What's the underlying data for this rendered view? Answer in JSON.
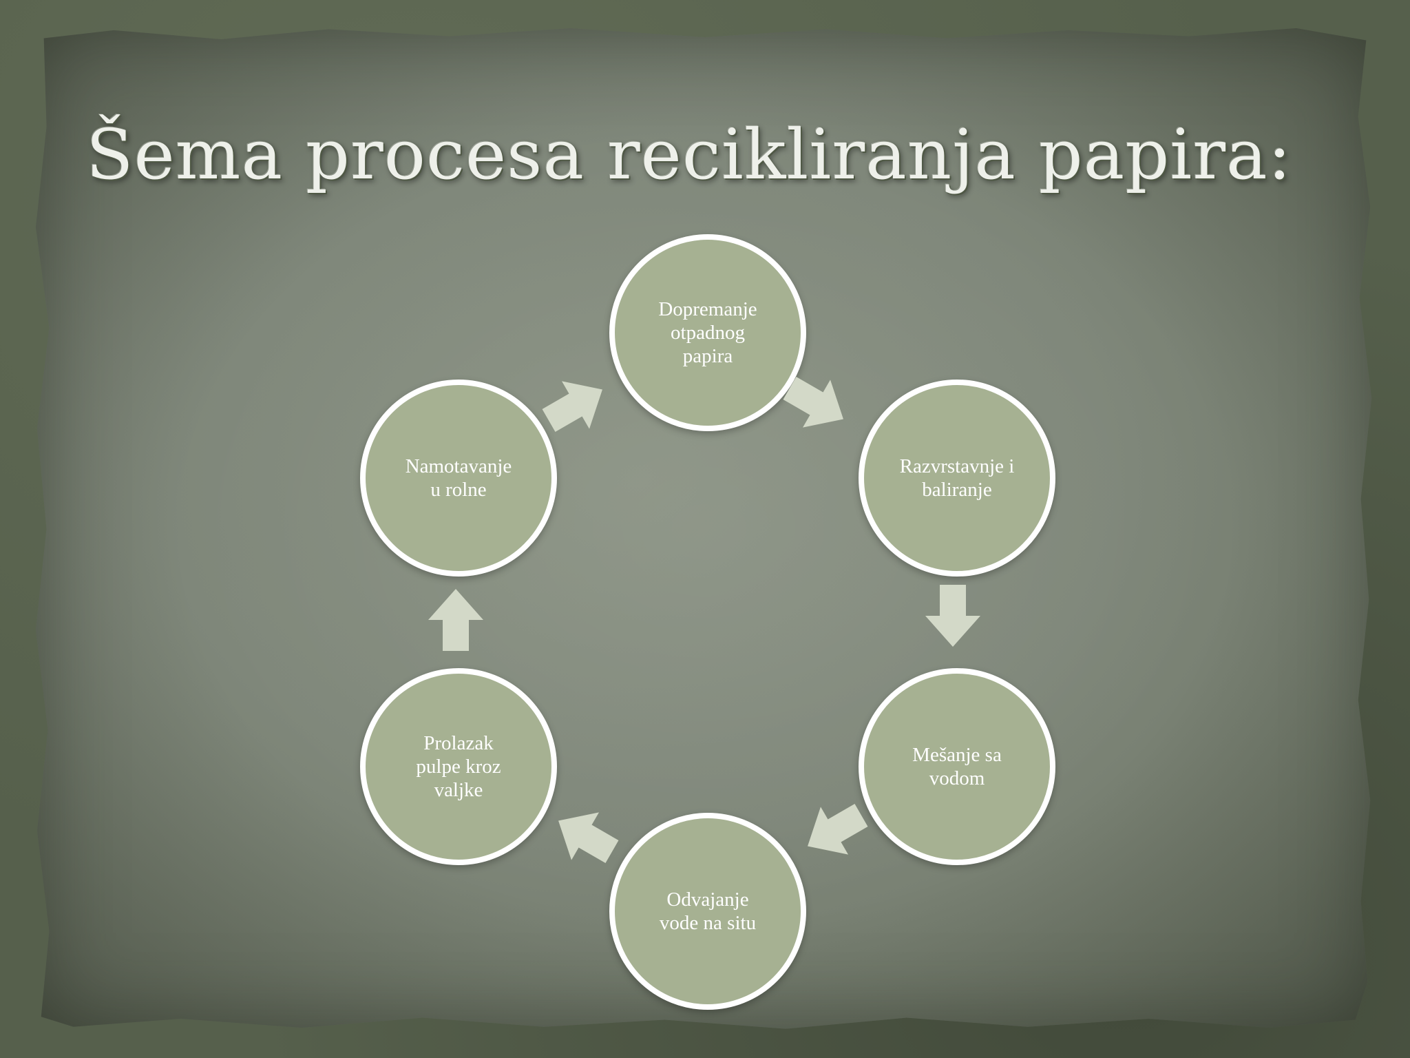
{
  "title": "Šema procesa recikliranja papira:",
  "cycle": {
    "nodes": [
      {
        "id": "dopremanje",
        "label": "Dopremanje\notpadnog\npapira"
      },
      {
        "id": "razvrstavanje",
        "label": "Razvrstavnje i\nbaliranje"
      },
      {
        "id": "mesanje",
        "label": "Mešanje sa\nvodom"
      },
      {
        "id": "odvajanje",
        "label": "Odvajanje\nvode na situ"
      },
      {
        "id": "prolazak",
        "label": "Prolazak\npulpe kroz\nvaljke"
      },
      {
        "id": "namotavanje",
        "label": "Namotavanje\nu rolne"
      }
    ],
    "arrow_direction": "clockwise"
  },
  "colors": {
    "node_fill": "#a6b192",
    "node_border": "#ffffff",
    "arrow_fill": "#d3d9c8",
    "title_text": "#eef0ea"
  }
}
